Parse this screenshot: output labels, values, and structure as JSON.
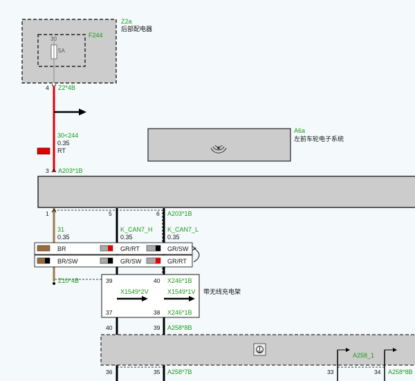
{
  "components": {
    "z2a": {
      "code": "Z2a",
      "name": "后部配电器"
    },
    "f244": {
      "code": "F244",
      "pin": "30",
      "rating": "5A"
    },
    "a6a": {
      "code": "A6a",
      "name": "左前车轮电子系统"
    },
    "x1549": {
      "name": "带无线充电架",
      "pin_a": "X1549*2V",
      "pin_b": "X1549*1V"
    },
    "a258_1": {
      "code": "A258_1"
    }
  },
  "connectors": {
    "z2_4b": "Z2*4B",
    "a203_1b_top": "A203*1B",
    "a203_1b_bottom": "A203*1B",
    "z10_4b": "Z10*4B",
    "x246_1b_top": "X246*1B",
    "x246_1b_bottom": "X246*1B",
    "a258_8b_top": "A258*8B",
    "a258_7b": "A258*7B",
    "a258_8b_bottom": "A258*8B"
  },
  "pins": {
    "p4": "4",
    "p3": "3",
    "p1": "1",
    "p5": "5",
    "p6": "6",
    "p39a": "39",
    "p40a": "40",
    "p37": "37",
    "p38": "38",
    "p40b": "40",
    "p39b": "39",
    "p36": "36",
    "p35": "35",
    "p33": "33",
    "p34": "34"
  },
  "wires": {
    "w30_244": {
      "id": "30<244",
      "gauge": "0.35",
      "color": "RT",
      "hex": "#e00000"
    },
    "w31": {
      "id": "31",
      "gauge": "0.35",
      "hex": "#9b7a4e"
    },
    "can_h": {
      "id": "K_CAN7_H",
      "gauge": "0.35"
    },
    "can_l": {
      "id": "K_CAN7_L",
      "gauge": "0.35"
    }
  },
  "color_table": [
    {
      "left": "BR",
      "mid": "GR/RT",
      "right": "GR/SW"
    },
    {
      "left": "BR/SW",
      "mid": "GR/SW",
      "right": "GR/RT"
    }
  ],
  "colors": {
    "accent_green": "#1a9a1a",
    "power_red": "#e00000",
    "ground_brown": "#9b7a4e",
    "can_black": "#000000",
    "module_fill": "#cccccc"
  },
  "icons": [
    "fuse-icon",
    "wireless-sensor-icon",
    "module-gear-icon",
    "signal-arrow-icon"
  ]
}
